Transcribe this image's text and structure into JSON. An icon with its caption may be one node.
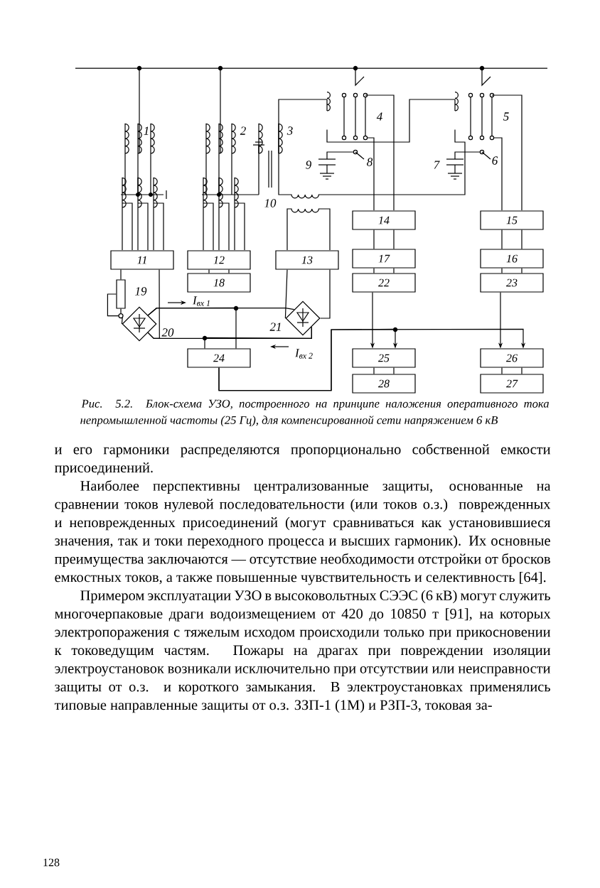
{
  "diagram": {
    "caption": "Рис. 5.2. Блок-схема УЗО, построенного на принципе наложения оперативного тока непромышленной частоты (25 Гц), для компенсированной сети напряжением 6 кВ",
    "nodes": [
      {
        "text": [
          "14"
        ]
      },
      {
        "text": [
          "15"
        ]
      },
      {
        "text": [
          "11"
        ]
      },
      {
        "text": [
          "12"
        ]
      },
      {
        "text": [
          "13"
        ]
      },
      {
        "text": [
          "17"
        ]
      },
      {
        "text": [
          "16"
        ]
      },
      {
        "text": [
          "18"
        ]
      },
      {
        "text": [
          "22"
        ]
      },
      {
        "text": [
          "23"
        ]
      },
      {
        "text": [
          "24"
        ]
      },
      {
        "text": [
          "25"
        ]
      },
      {
        "text": [
          "26"
        ]
      },
      {
        "text": [
          "28"
        ]
      },
      {
        "text": [
          "27"
        ]
      },
      {
        "text": [],
        "shape": "box",
        "beside": [
          "19"
        ]
      },
      {
        "text": [],
        "shape": "diamond",
        "beside": [
          "20"
        ]
      },
      {
        "text": [],
        "shape": "diamond",
        "beside": [
          "21"
        ]
      }
    ],
    "edges": [
      {
        "from": 3,
        "to": 7,
        "arrow": "none"
      },
      {
        "from": 0,
        "to": 5,
        "arrow": "none"
      },
      {
        "from": 5,
        "to": 8,
        "arrow": "none"
      },
      {
        "from": 1,
        "to": 6,
        "arrow": "none"
      },
      {
        "from": 6,
        "to": 9,
        "arrow": "none"
      },
      {
        "from": 8,
        "to": 11,
        "arrow": "to"
      },
      {
        "from": 9,
        "to": 12,
        "arrow": "to"
      },
      {
        "from": 11,
        "to": 13,
        "arrow": "none"
      },
      {
        "from": 12,
        "to": 14,
        "arrow": "none"
      },
      {
        "from": 10,
        "to": 11,
        "arrow": "to"
      },
      {
        "from": 10,
        "to": 12,
        "arrow": "to"
      },
      {
        "from": 2,
        "to": 15,
        "arrow": "none"
      },
      {
        "from": 15,
        "to": 16,
        "arrow": "none"
      },
      {
        "from": 16,
        "to": 17,
        "arrow": "none"
      },
      {
        "from": 10,
        "to": 16,
        "arrow": "none"
      },
      {
        "from": 16,
        "to": 17,
        "arrow": "none"
      },
      {
        "from": 10,
        "to": 17,
        "arrow": "none"
      },
      {
        "from": 2,
        "to": 16,
        "arrow": "none"
      },
      {
        "from": 4,
        "to": 17,
        "arrow": "none"
      }
    ],
    "labels": [
      "1",
      "2",
      "3",
      "4",
      "5",
      "9",
      "8",
      "7",
      "6",
      "10",
      "I$_{вх 1}$",
      "I$_{вх 2}$",
      "и его гармоники распределяются пропорционально собственной емкости присоединений.",
      "Наиболее перспективны централизованные защиты, основанные на сравнении токов нулевой последовательности (или токов о.з.) поврежденных и неповрежденных присоединений (могут сравниваться как установившиеся значения, так и токи переходного процесса и высших гармоник). Их основные преимущества заключаются — отсутствие необходимости отстройки от бросков емкостных токов, а также повышенные чувствительность и селективность [64].",
      "Примером эксплуатации УЗО в высоковольтных СЭЭС (6 кВ) могут служить многочерпаковые драги водоизмещением от 420 до 10850 т [91], на которых электропоражения с тяжелым исходом происходили только при прикосновении к токоведущим частям. Пожары на драгах при повреждении изоляции электроустановок возникали исключительно при отсутствии или неисправности защиты от о.з. и короткого замыкания. В электроустановках применялись типовые направленные защиты от о.з. ЗЗП-1 (1М) и РЗП-3, токовая за-",
      "128"
    ]
  }
}
